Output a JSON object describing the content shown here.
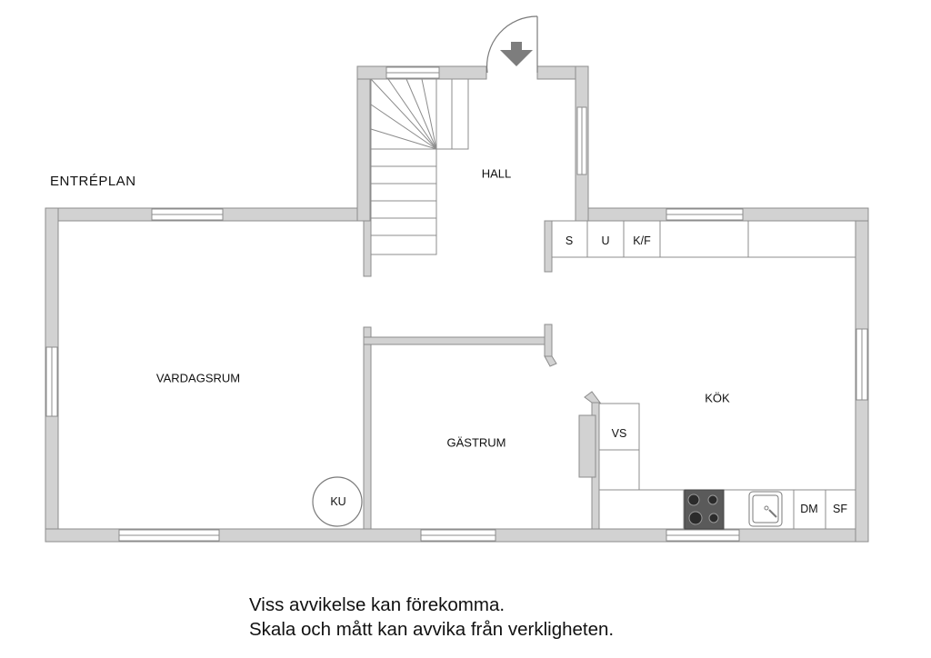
{
  "floor_label": "ENTRÉPLAN",
  "rooms": {
    "hall": "HALL",
    "vardagsrum": "VARDAGSRUM",
    "gastrum": "GÄSTRUM",
    "kok": "KÖK"
  },
  "fixtures": {
    "s": "S",
    "u": "U",
    "kf": "K/F",
    "vs": "VS",
    "dm": "DM",
    "sf": "SF",
    "ku": "KU"
  },
  "disclaimer": {
    "line1": "Viss avvikelse kan förekomma.",
    "line2": "Skala och mått kan avvika från verkligheten."
  },
  "colors": {
    "wall": "#d2d2d2",
    "wall_edge": "#8c8c8c",
    "line": "#7a7a7a",
    "arrow": "#7d7d7d"
  }
}
